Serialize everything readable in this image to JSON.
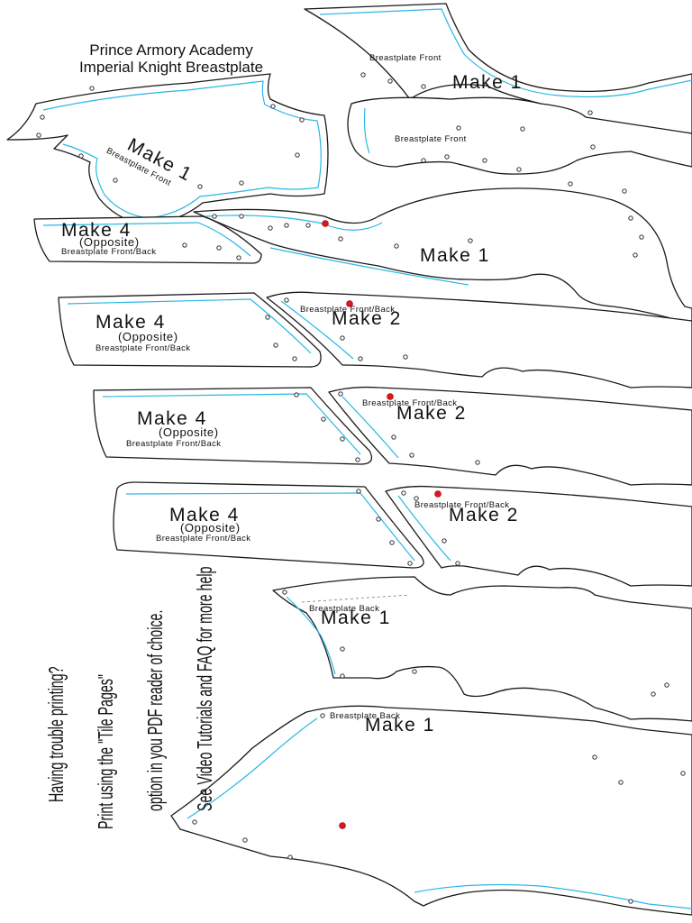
{
  "title": {
    "line1": "Prince Armory Academy",
    "line2": "Imperial Knight Breastplate"
  },
  "pieces": [
    {
      "id": "p1",
      "make": "Make  1",
      "label": "Breastplate Front"
    },
    {
      "id": "p2",
      "make": "Make 1",
      "label": "Breastplate Front"
    },
    {
      "id": "p3",
      "make": "",
      "label": "Breastplate Front"
    },
    {
      "id": "p4",
      "make": "Make 1",
      "label": ""
    },
    {
      "id": "p5",
      "make": "Make 4",
      "opposite": "(Opposite)",
      "label": "Breastplate Front/Back"
    },
    {
      "id": "p6",
      "make": "Make 4",
      "opposite": "(Opposite)",
      "label": "Breastplate Front/Back"
    },
    {
      "id": "p7",
      "make": "Make 2",
      "label": "Breastplate Front/Back"
    },
    {
      "id": "p8",
      "make": "Make 4",
      "opposite": "(Opposite)",
      "label": "Breastplate Front/Back"
    },
    {
      "id": "p9",
      "make": "Make 2",
      "label": "Breastplate Front/Back"
    },
    {
      "id": "p10",
      "make": "Make 4",
      "opposite": "(Opposite)",
      "label": "Breastplate Front/Back"
    },
    {
      "id": "p11",
      "make": "Make 2",
      "label": "Breastplate Front/Back"
    },
    {
      "id": "p12",
      "make": "Make 1",
      "label": "Breastplate Back"
    },
    {
      "id": "p13",
      "make": "Make 1",
      "label": "Breastplate Back"
    }
  ],
  "help": {
    "line1": "Having trouble printing?",
    "line2": "Print using the \"Tile Pages\"",
    "line3": "option in you PDF reader of choice.",
    "line4": "See Video Tutorials and FAQ for more help"
  }
}
